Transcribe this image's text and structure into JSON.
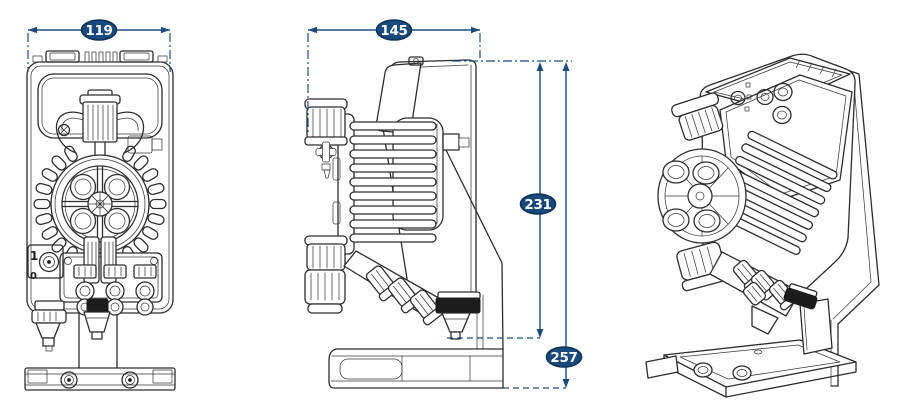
{
  "diagram": {
    "title": "Metering pump dimensional drawing - three views",
    "background": "#ffffff",
    "colors": {
      "line_art": "#2d2d2d",
      "dimension_line": "#1c4d80",
      "badge_fill": "#194a7b",
      "badge_border": "#0d3358",
      "badge_text": "#ffffff"
    },
    "views": {
      "front": {
        "label": "front-view",
        "markings": [
          "1",
          "0"
        ]
      },
      "side": {
        "label": "side-view"
      },
      "perspective": {
        "label": "perspective-view"
      }
    },
    "dimensions": {
      "front_width": "119",
      "side_depth": "145",
      "height_to_injector": "231",
      "height_overall": "257"
    }
  }
}
